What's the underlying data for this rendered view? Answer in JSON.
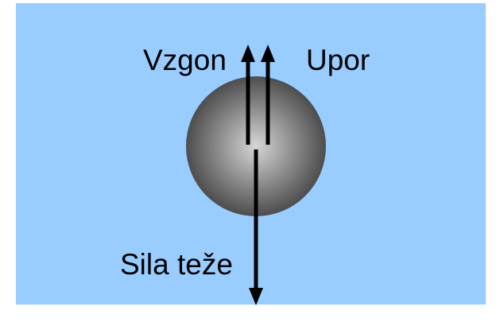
{
  "labels": {
    "buoyancy": "Vzgon",
    "drag": "Upor",
    "gravity": "Sila teže"
  },
  "colors": {
    "water": "#99CCFF",
    "ball_light": "#D6D6D6",
    "ball_dark": "#4D4D4D",
    "arrow": "#000000"
  }
}
